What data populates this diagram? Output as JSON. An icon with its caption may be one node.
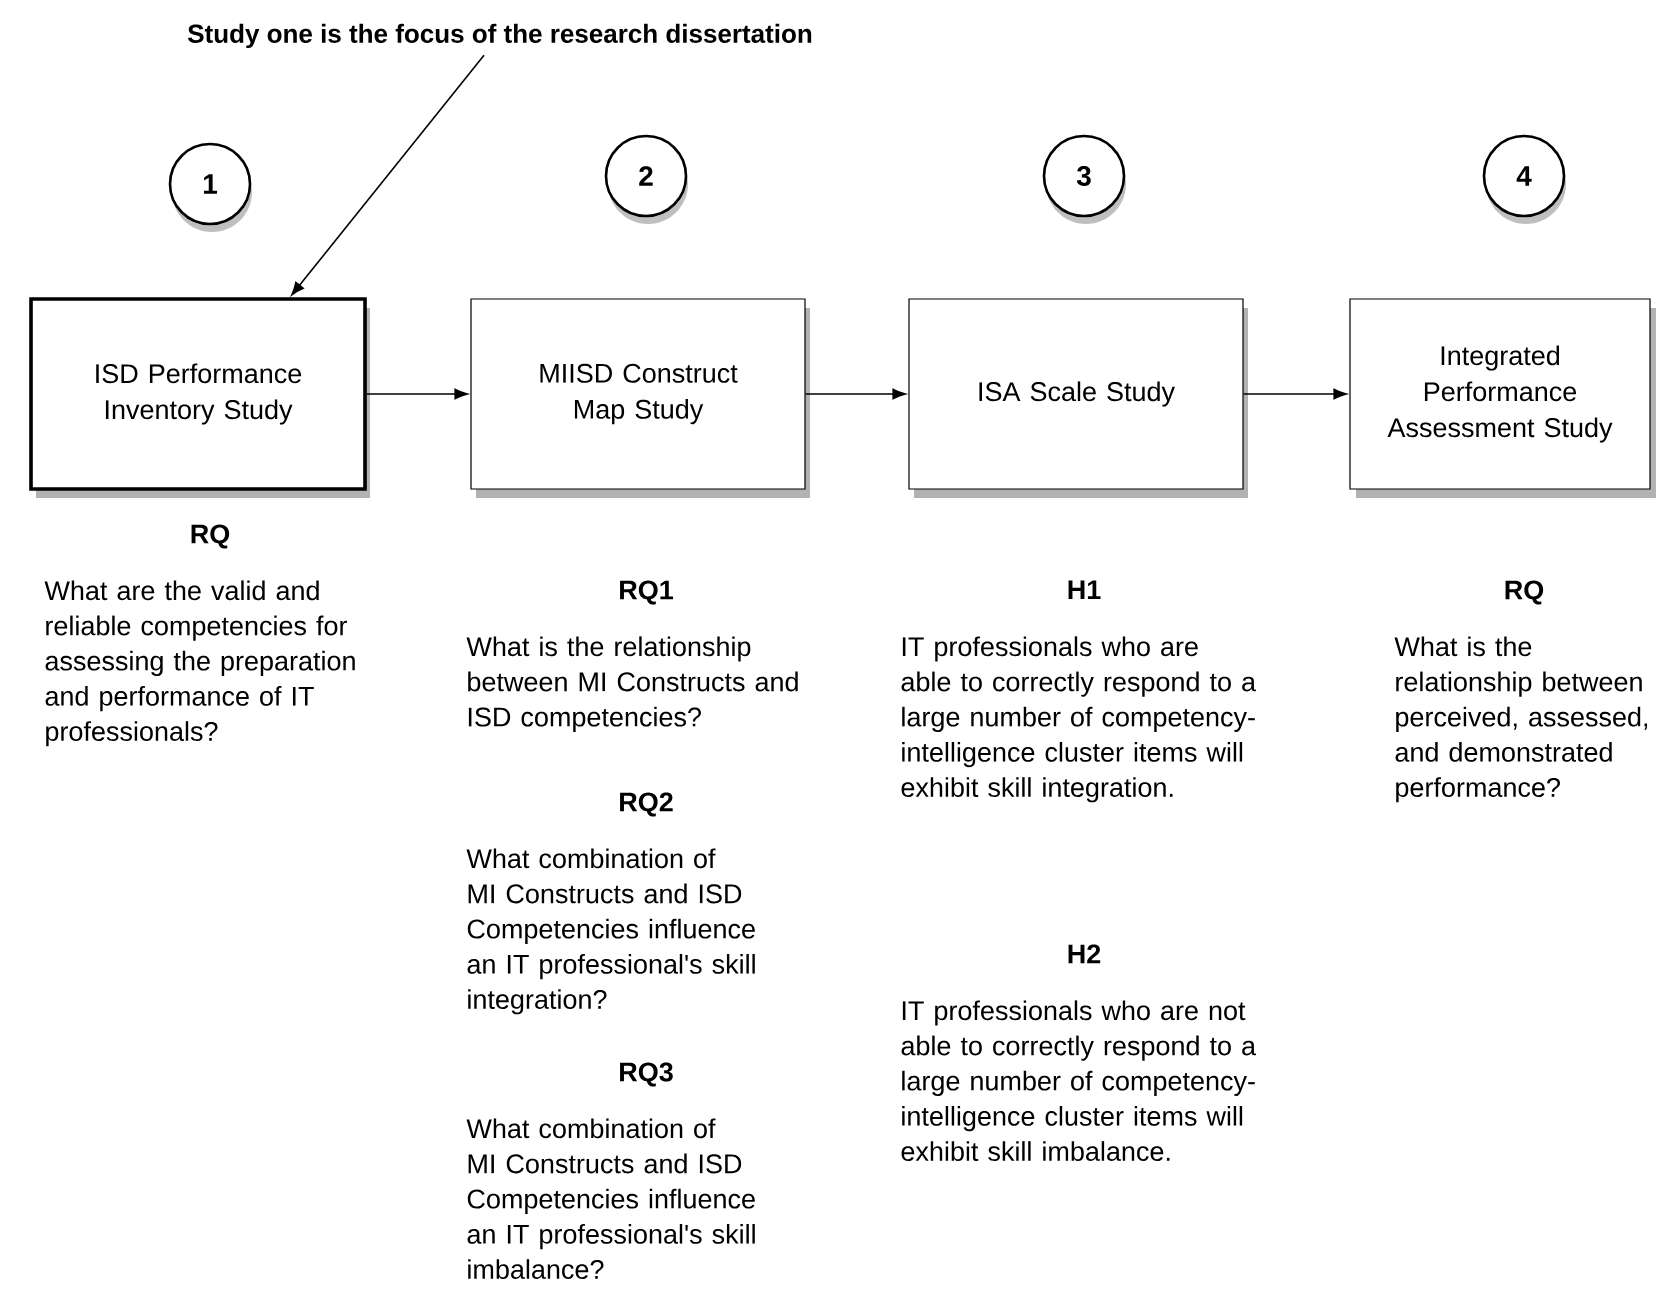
{
  "diagram": {
    "nodes": [
      {
        "text": [
          "Study one is the focus of the research dissertation"
        ]
      },
      {
        "text": [
          "1"
        ]
      },
      {
        "text": [
          "2"
        ]
      },
      {
        "text": [
          "3"
        ]
      },
      {
        "text": [
          "4"
        ]
      },
      {
        "text": [
          "ISD Performance Inventory Study"
        ]
      },
      {
        "text": [
          "MIISD Construct Map Study"
        ]
      },
      {
        "text": [
          "ISA Scale Study"
        ]
      },
      {
        "text": [
          "Integrated Performance Assessment Study"
        ]
      }
    ],
    "edges": [
      {
        "from": 0,
        "to": 5,
        "arrow": "to"
      },
      {
        "from": 5,
        "to": 6,
        "arrow": "to"
      },
      {
        "from": 6,
        "to": 7,
        "arrow": "to"
      },
      {
        "from": 7,
        "to": 8,
        "arrow": "to"
      }
    ],
    "labels": [
      "RQ",
      "What are the valid and reliable competencies for assessing the preparation and performance of IT professionals?",
      "RQ1",
      "What is the relationship between MI Constructs and ISD competencies?",
      "RQ2",
      "What combination of MI Constructs and ISD Competencies influence an IT professional's skill integration?",
      "RQ3",
      "What combination of MI Constructs and ISD Competencies influence an IT professional's skill imbalance?",
      "H1",
      "IT professionals who are able to correctly respond to a large number of competency-intelligence cluster items will exhibit skill integration.",
      "H2",
      "IT professionals who are not able to correctly respond to a large number of competency-intelligence cluster items will exhibit skill imbalance.",
      "RQ",
      "What is the relationship between perceived, assessed, and demonstrated performance?"
    ]
  }
}
